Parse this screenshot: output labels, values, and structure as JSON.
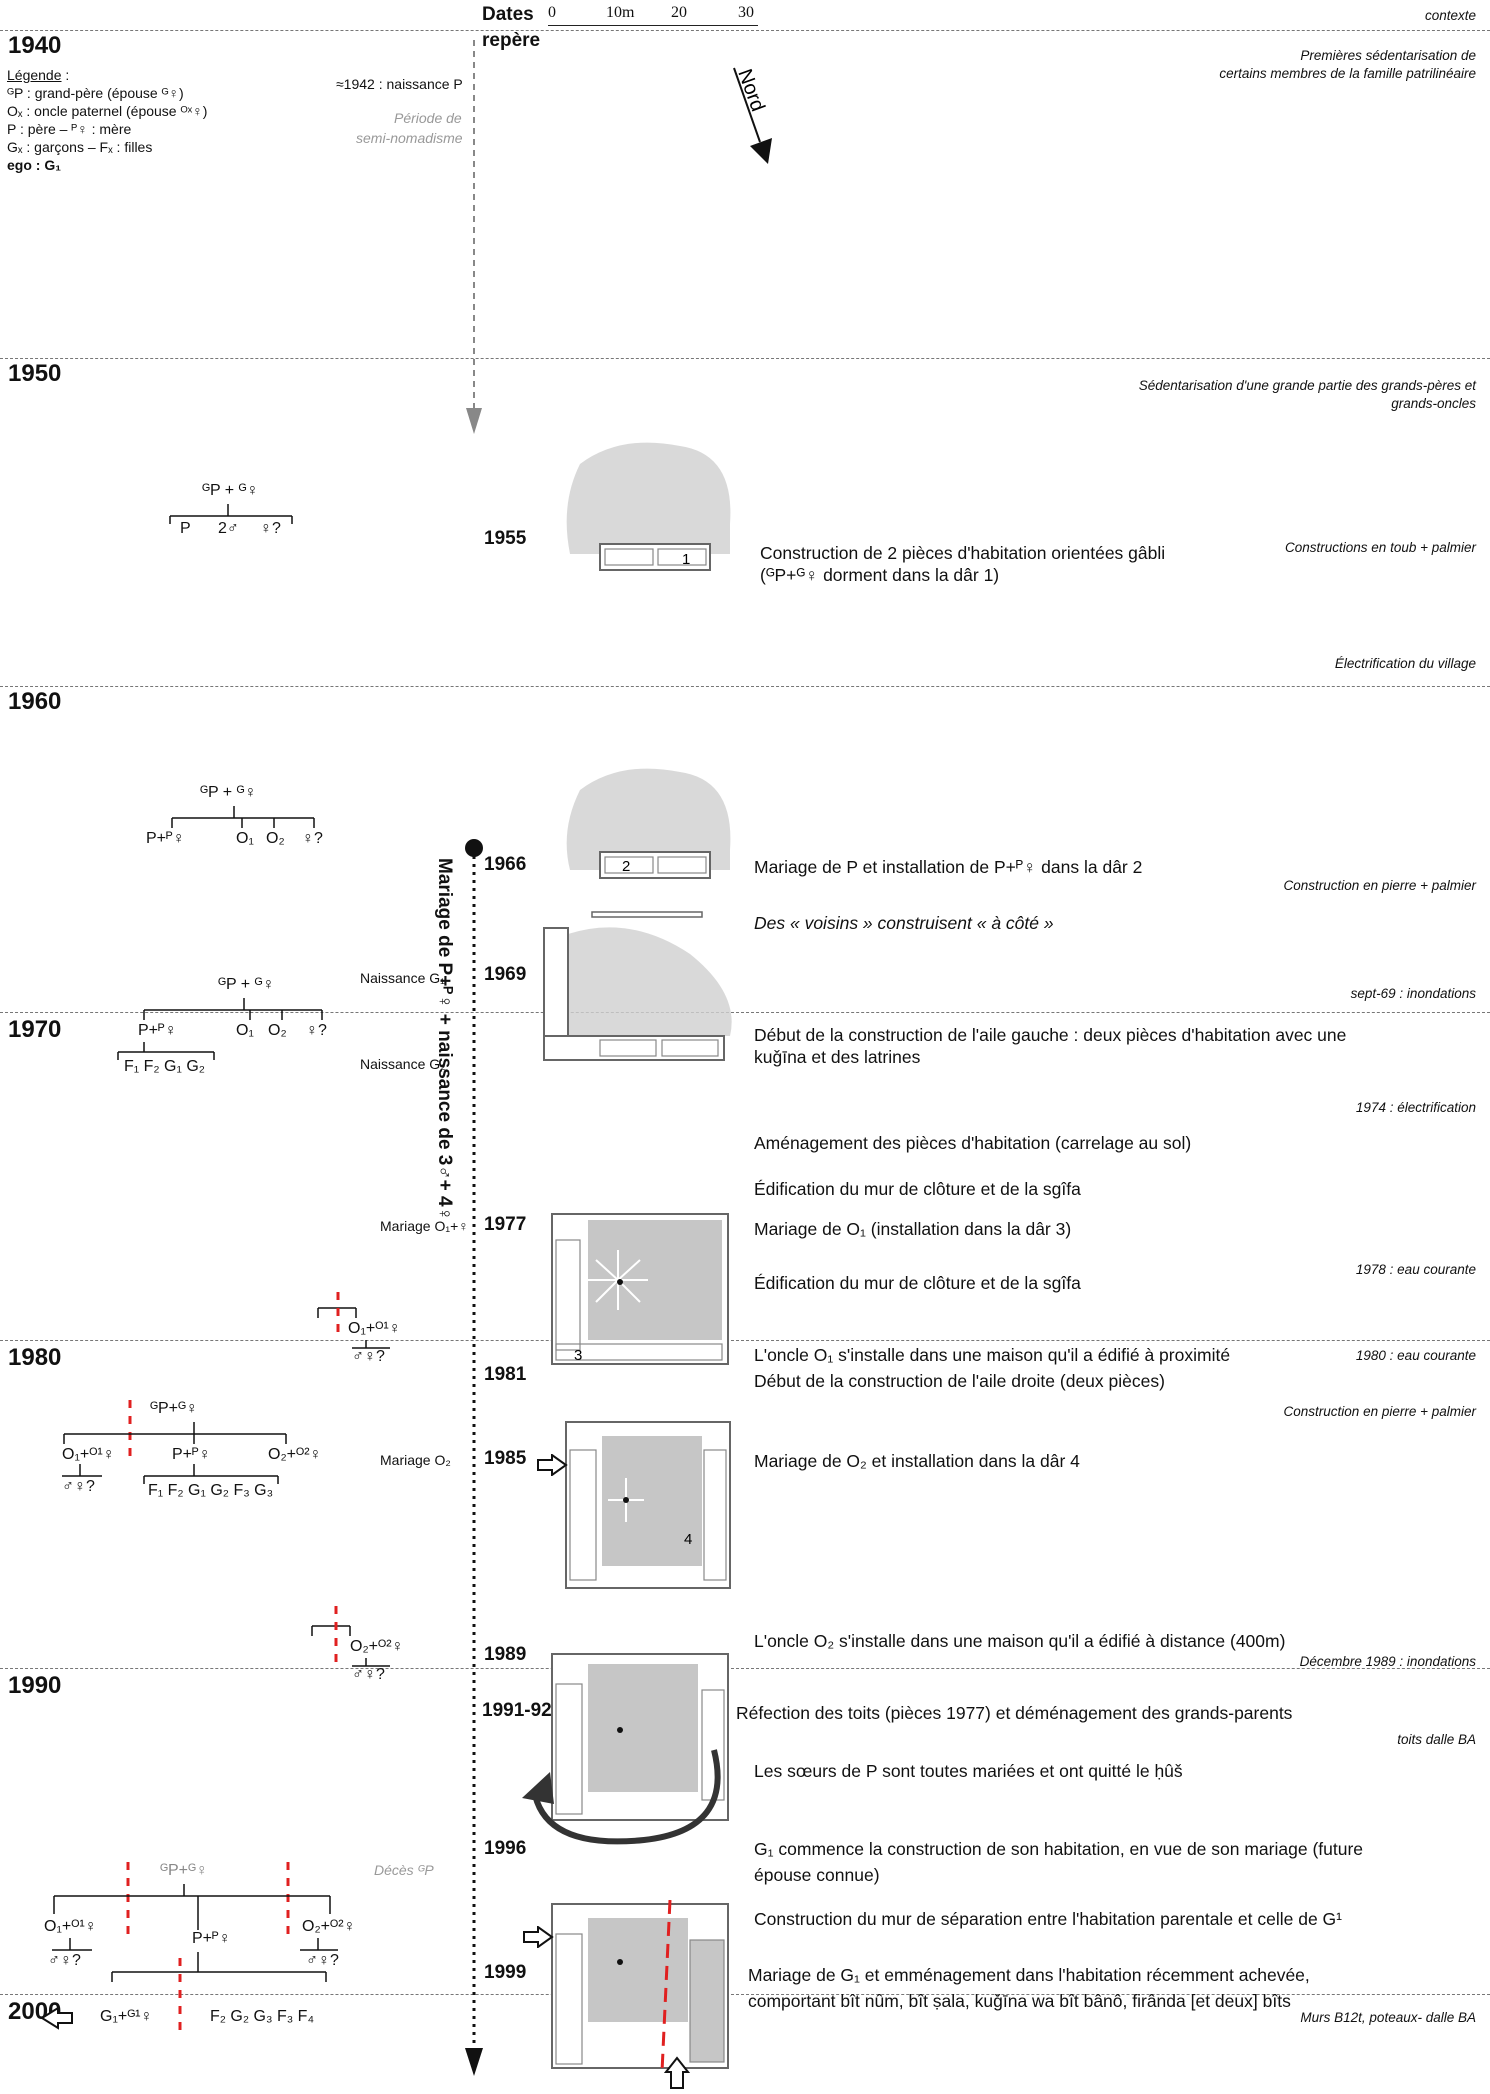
{
  "header": {
    "dates_title": "Dates",
    "dates_title2": "repère",
    "scale_labels": [
      "0",
      "10m",
      "20",
      "30"
    ],
    "context_title": "contexte",
    "north_label": "Nord"
  },
  "decades": [
    "1940",
    "1950",
    "1960",
    "1970",
    "1980",
    "1990",
    "2000"
  ],
  "legend": {
    "title": "Légende",
    "colon": ":",
    "lines": [
      "ᴳP : grand-père (épouse ᴳ♀)",
      "Oₓ : oncle paternel (épouse ᴼˣ♀)",
      "P : père – ᴾ♀ : mère",
      "Gₓ : garçons – Fₓ : filles",
      "ego : G₁"
    ]
  },
  "left_notes": {
    "birth_p": "≈1942 : naissance P",
    "semi_nomad_1": "Période de",
    "semi_nomad_2": "semi-nomadisme",
    "naissance_g1": "Naissance G₁",
    "naissance_g2": "Naissance G₂",
    "mariage_o1": "Mariage O₁+♀",
    "mariage_o2": "Mariage O₂",
    "deces_gp": "Décès ᴳP"
  },
  "vertical_label": "Mariage de P+ᴾ♀ + naissance de 3♂+ 4♀",
  "years": {
    "y1955": "1955",
    "y1966": "1966",
    "y1969": "1969",
    "y1977": "1977",
    "y1981": "1981",
    "y1985": "1985",
    "y1989": "1989",
    "y1991": "1991-92",
    "y1996": "1996",
    "y1999": "1999"
  },
  "events": {
    "e1955a": "Construction de 2 pièces d'habitation orientées gâbli",
    "e1955b": "(ᴳP+ᴳ♀ dorment dans la dâr 1)",
    "e1966": "Mariage de P et installation de P+ᴾ♀ dans la dâr 2",
    "e1966b": "Des « voisins » construisent « à côté »",
    "e1969a": "Début de la construction de l'aile gauche : deux pièces d'habitation avec une",
    "e1969b": "kuǧīna et des latrines",
    "e_amen": "Aménagement des pièces d'habitation (carrelage au sol)",
    "e_edif1": "Édification du mur de clôture et de la sgîfa",
    "e1977": "Mariage de O₁ (installation dans la dâr 3)",
    "e_edif2": "Édification du mur de clôture et de la sgîfa",
    "e1980": "L'oncle O₁ s'installe dans une maison qu'il a édifié à proximité",
    "e1981": "Début de la construction de l'aile droite (deux pièces)",
    "e1985": "Mariage de O₂ et installation dans la dâr 4",
    "e1989": "L'oncle O₂ s'installe dans une maison qu'il a édifié à distance (400m)",
    "e1991": "Réfection des toits (pièces 1977) et déménagement des grands-parents",
    "e_soeurs": "Les sœurs de P sont toutes mariées et ont quitté le ḥûš",
    "e1996a": "G₁ commence la construction de son habitation, en vue de son mariage (future",
    "e1996b": "épouse connue)",
    "e_mur": "Construction du mur de séparation entre l'habitation parentale et celle de G¹",
    "e1999a": "Mariage de G₁ et emménagement dans l'habitation récemment achevée,",
    "e1999b": "comportant bît nûm, bît ṣala, kuǧīna wa bît bânô, firânda [et deux] bîts"
  },
  "context": {
    "c1": "Premières sédentarisation de",
    "c1b": "certains membres de la famille patrilinéaire",
    "c2": "Sédentarisation d'une grande partie des grands-pères et",
    "c2b": "grands-oncles",
    "c3": "Constructions en toub + palmier",
    "c4": "Électrification du village",
    "c5": "Construction en pierre + palmier",
    "c6": "sept-69 : inondations",
    "c7": "1974 : électrification",
    "c8": "1978 : eau courante",
    "c9": "1980 : eau courante",
    "c10": "Construction en pierre + palmier",
    "c11": "Décembre 1989 : inondations",
    "c12": "toits dalle BA",
    "c13": "Murs B12t, poteaux- dalle BA"
  },
  "plan_labels": [
    "1",
    "2",
    "3",
    "4"
  ],
  "trees": {
    "t1955": {
      "top": "ᴳP + ᴳ♀",
      "kids": [
        "P",
        "2♂",
        "♀?"
      ]
    },
    "t1966": {
      "top": "ᴳP + ᴳ♀",
      "kids": [
        "P+ᴾ♀",
        "O₁",
        "O₂",
        "♀?"
      ]
    },
    "t1970": {
      "top": "ᴳP + ᴳ♀",
      "kids": [
        "P+ᴾ♀",
        "O₁",
        "O₂",
        "♀?"
      ],
      "gk": "F₁ F₂ G₁ G₂"
    },
    "t1980": {
      "couple": "O₁+ᴼ¹♀",
      "kids": "♂♀?"
    },
    "t1985": {
      "top": "ᴳP+ᴳ♀",
      "o1": "O₁+ᴼ¹♀",
      "o1k": "♂♀?",
      "p": "P+ᴾ♀",
      "o2": "O₂+ᴼ²♀",
      "pk": "F₁ F₂ G₁ G₂ F₃ G₃"
    },
    "t1989": {
      "couple": "O₂+ᴼ²♀",
      "kids": "♂♀?"
    },
    "t1996": {
      "top": "ᴳP+ᴳ♀",
      "o1": "O₁+ᴼ¹♀",
      "o1k": "♂♀?",
      "p": "P+ᴾ♀",
      "o2": "O₂+ᴼ²♀",
      "o2k": "♂♀?",
      "g1": "G₁+ᴳ¹♀",
      "pk": "F₂ G₂ G₃ F₃ F₄"
    }
  },
  "colors": {
    "split": "#e02020",
    "dash": "#777777",
    "plan_fill": "#bdbdbd",
    "text": "#111111"
  }
}
